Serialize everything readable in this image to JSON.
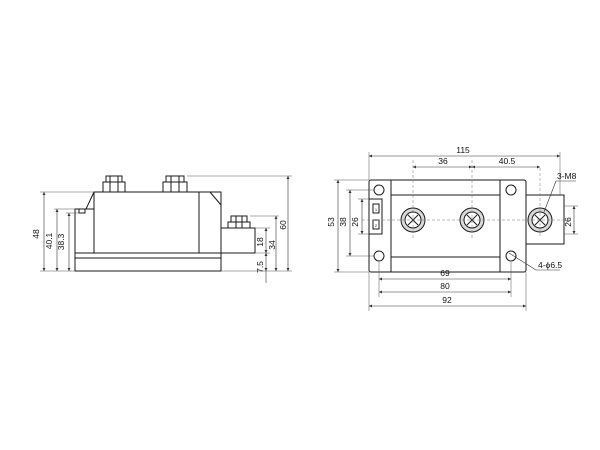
{
  "side_view": {
    "dims": {
      "h48": "48",
      "h40_1": "40.1",
      "h38_3": "38.3",
      "h60": "60",
      "h34": "34",
      "h18": "18",
      "h7_5": "7.5"
    }
  },
  "top_view": {
    "dims": {
      "w115": "115",
      "w36": "36",
      "w40_5": "40.5",
      "w69": "69",
      "w80": "80",
      "w92": "92",
      "h53": "53",
      "h38": "38",
      "h26_left": "26",
      "h26_right": "26"
    },
    "callouts": {
      "thread": "3-M8",
      "holes": "4-ϕ6.5"
    }
  }
}
